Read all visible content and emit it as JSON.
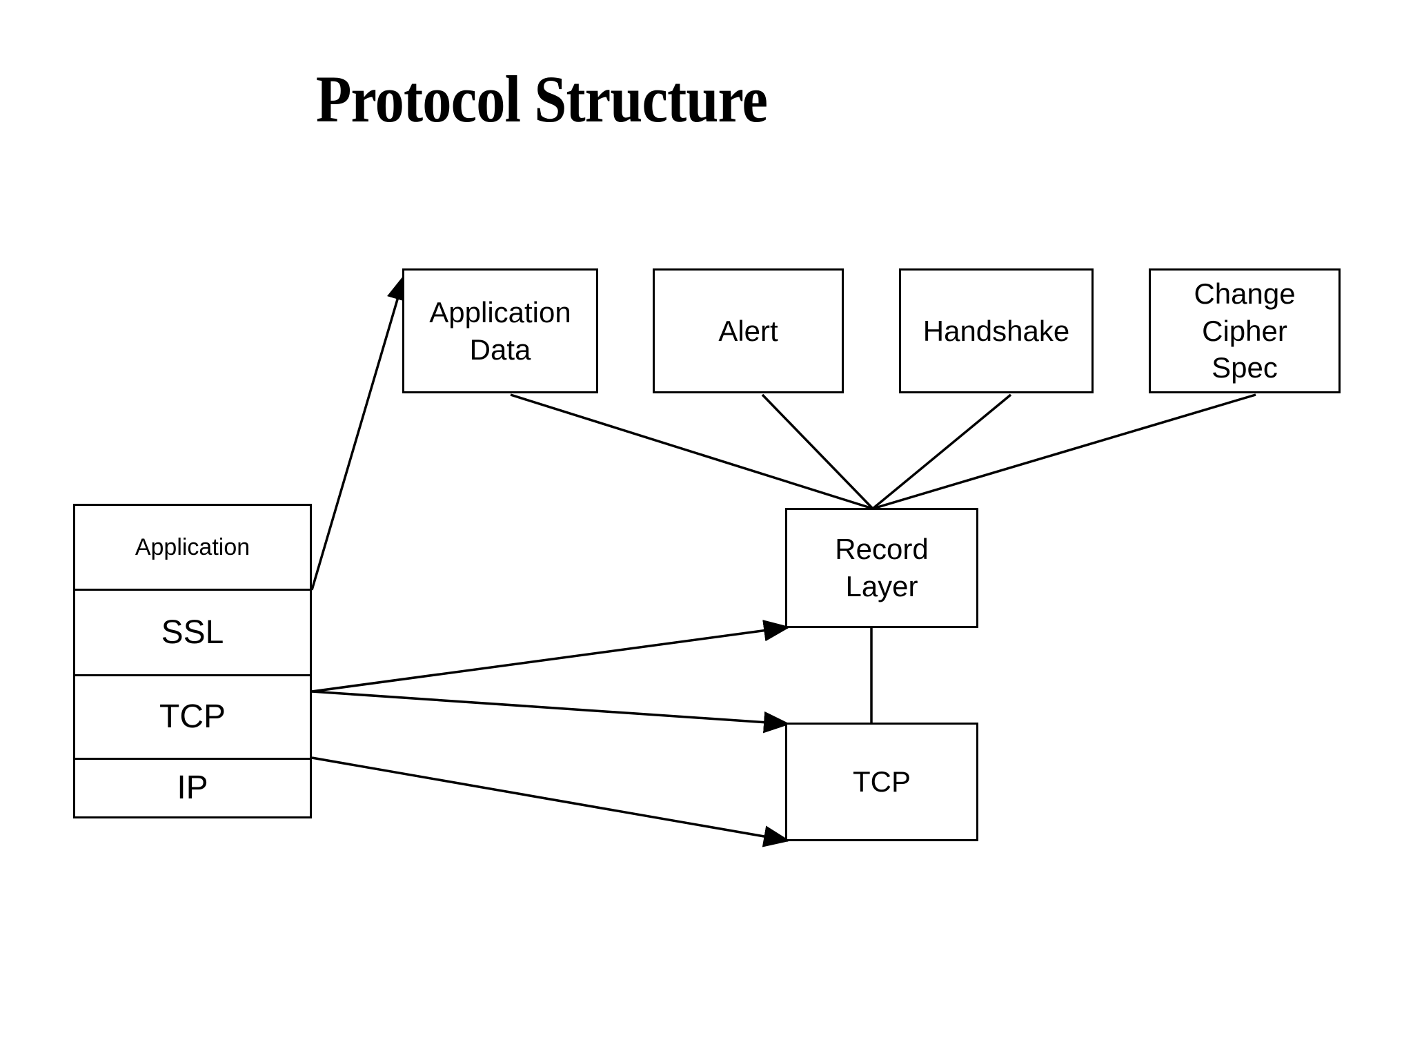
{
  "slide": {
    "title": "Protocol Structure",
    "background_color": "#ffffff",
    "line_color": "#000000",
    "text_color": "#000000"
  },
  "protocol_boxes": [
    {
      "id": "application-data",
      "label": "Application\nData"
    },
    {
      "id": "alert",
      "label": "Alert"
    },
    {
      "id": "handshake",
      "label": "Handshake"
    },
    {
      "id": "change-cipher-spec",
      "label": "Change\nCipher\nSpec"
    }
  ],
  "record_layer": {
    "label": "Record\nLayer"
  },
  "transport": {
    "label": "TCP"
  },
  "stack": {
    "layers": [
      {
        "id": "application",
        "label": "Application"
      },
      {
        "id": "ssl",
        "label": "SSL"
      },
      {
        "id": "tcp",
        "label": "TCP"
      },
      {
        "id": "ip",
        "label": "IP"
      }
    ]
  },
  "connections": [
    {
      "from": "stack-application",
      "to": "application-data",
      "arrow": true
    },
    {
      "from": "application-data",
      "to": "record-layer",
      "arrow": false
    },
    {
      "from": "alert",
      "to": "record-layer",
      "arrow": false
    },
    {
      "from": "handshake",
      "to": "record-layer",
      "arrow": false
    },
    {
      "from": "change-cipher-spec",
      "to": "record-layer",
      "arrow": false
    },
    {
      "from": "stack-ssl",
      "to": "record-layer",
      "arrow": true
    },
    {
      "from": "stack-tcp",
      "to": "transport-tcp",
      "arrow": true
    },
    {
      "from": "stack-ip",
      "to": "transport-tcp",
      "arrow": true
    },
    {
      "from": "record-layer",
      "to": "transport-tcp",
      "arrow": false
    }
  ]
}
